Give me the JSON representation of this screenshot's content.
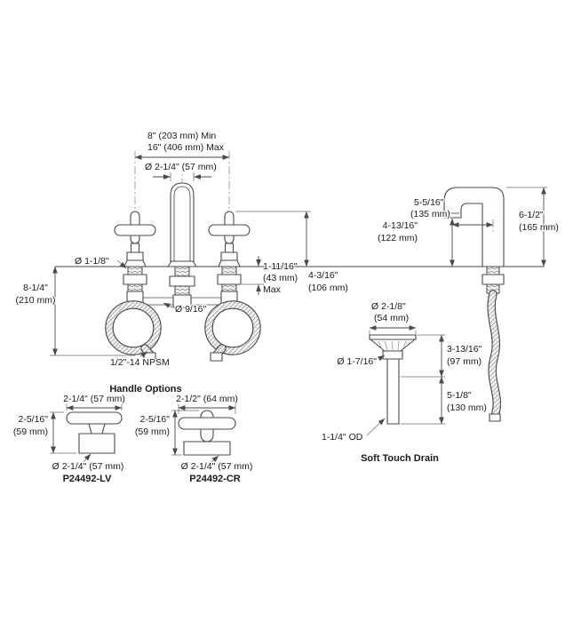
{
  "front_view": {
    "spread_line1": "8\" (203 mm) Min",
    "spread_line2": "16\" (406 mm) Max",
    "spout_diameter": "Ø 2-1/4\" (57 mm)",
    "shank_diameter": "Ø 1-1/8\"",
    "supply_height_line1": "8-1/4\"",
    "supply_height_line2": "(210 mm)",
    "deck_max_line1": "1-11/16\"",
    "deck_max_line2": "(43 mm)",
    "deck_max_line3": "Max",
    "handle_height_line1": "4-3/16\"",
    "handle_height_line2": "(106 mm)",
    "outlet_diameter": "Ø 9/16\"",
    "thread_spec": "1/2\"-14 NPSM"
  },
  "side_view": {
    "reach_line1": "5-5/16\"",
    "reach_line2": "(135 mm)",
    "outlet_height_line1": "4-13/16\"",
    "outlet_height_line2": "(122 mm)",
    "total_height_line1": "6-1/2\"",
    "total_height_line2": "(165 mm)"
  },
  "drain": {
    "flange_diameter_line1": "Ø 2-1/8\"",
    "flange_diameter_line2": "(54 mm)",
    "hole_diameter": "Ø 1-7/16\"",
    "upper_height_line1": "3-13/16\"",
    "upper_height_line2": "(97 mm)",
    "lower_height_line1": "5-1/8\"",
    "lower_height_line2": "(130 mm)",
    "od_label": "1-1/4\" OD",
    "title": "Soft Touch Drain"
  },
  "handle_options": {
    "title": "Handle Options",
    "lever": {
      "width": "2-1/4\" (57 mm)",
      "height_line1": "2-5/16\"",
      "height_line2": "(59 mm)",
      "base_diameter": "Ø 2-1/4\" (57 mm)",
      "model": "P24492-LV"
    },
    "cross": {
      "width": "2-1/2\" (64 mm)",
      "height_line1": "2-5/16\"",
      "height_line2": "(59 mm)",
      "base_diameter": "Ø 2-1/4\" (57 mm)",
      "model": "P24492-CR"
    }
  },
  "colors": {
    "line": "#4a4a4a",
    "text": "#1a1a1a",
    "background": "#ffffff"
  }
}
